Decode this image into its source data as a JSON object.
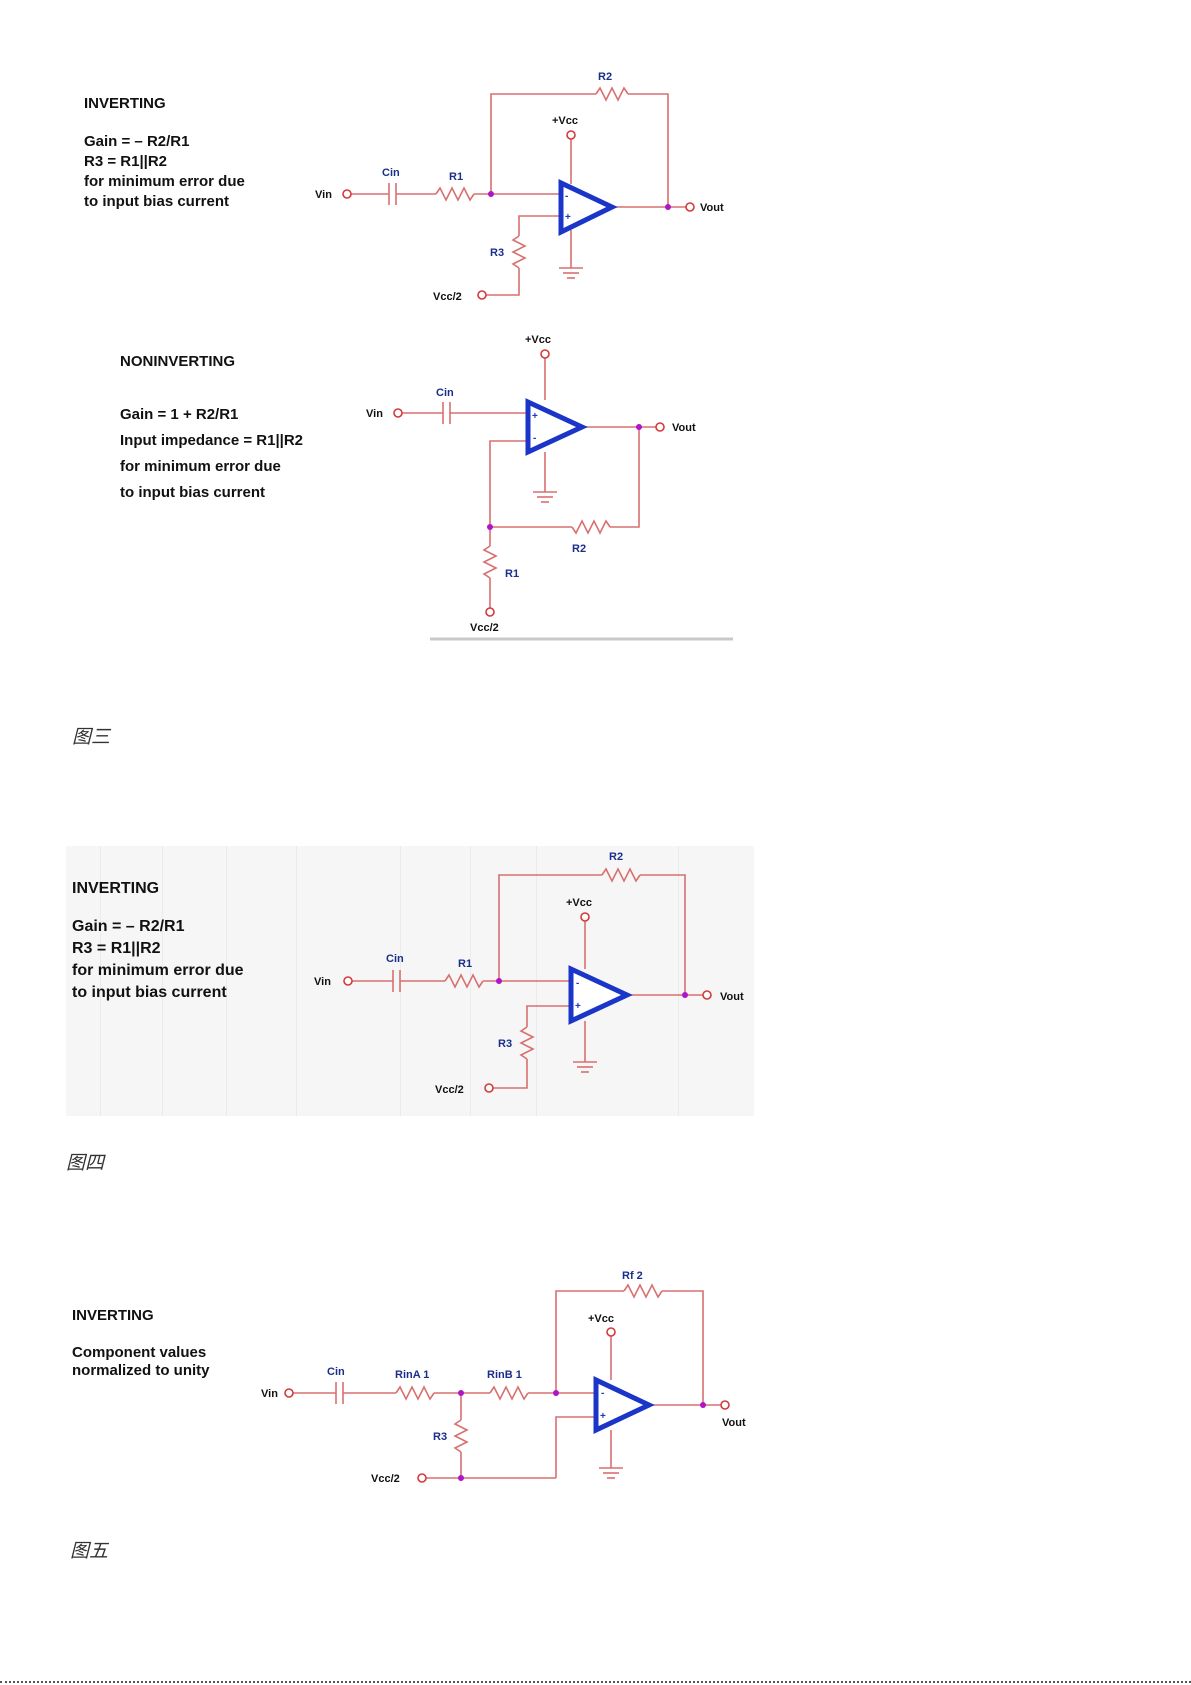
{
  "fig3": {
    "inverting": {
      "heading": "INVERTING",
      "lines": [
        "Gain = – R2/R1",
        "R3 = R1||R2",
        "for minimum error due",
        "to input bias current"
      ],
      "labels": {
        "r2": "R2",
        "vcc": "+Vcc",
        "cin": "Cin",
        "r1": "R1",
        "vin": "Vin",
        "vout": "Vout",
        "r3": "R3",
        "vcc2": "Vcc/2"
      }
    },
    "noninverting": {
      "heading": "NONINVERTING",
      "lines": [
        "Gain = 1 + R2/R1",
        "Input impedance = R1||R2",
        "for minimum error due",
        "to input bias current"
      ],
      "labels": {
        "vcc": "+Vcc",
        "cin": "Cin",
        "vin": "Vin",
        "vout": "Vout",
        "r2": "R2",
        "r1": "R1",
        "vcc2": "Vcc/2"
      }
    },
    "caption": "图三"
  },
  "fig4": {
    "heading": "INVERTING",
    "lines": [
      "Gain = – R2/R1",
      "R3 = R1||R2",
      "for minimum error due",
      "to input bias current"
    ],
    "labels": {
      "r2": "R2",
      "vcc": "+Vcc",
      "cin": "Cin",
      "r1": "R1",
      "vin": "Vin",
      "vout": "Vout",
      "r3": "R3",
      "vcc2": "Vcc/2"
    },
    "caption": "图四"
  },
  "fig5": {
    "heading": "INVERTING",
    "lines": [
      "Component values",
      "normalized to unity"
    ],
    "labels": {
      "rf": "Rf   2",
      "vcc": "+Vcc",
      "cin": "Cin",
      "rina": "RinA   1",
      "rinb": "RinB   1",
      "vin": "Vin",
      "vout": "Vout",
      "r3": "R3",
      "vcc2": "Vcc/2"
    },
    "caption": "图五"
  },
  "colors": {
    "wire": "#d87070",
    "opamp": "#1a35c7",
    "node": "#b014c8"
  }
}
